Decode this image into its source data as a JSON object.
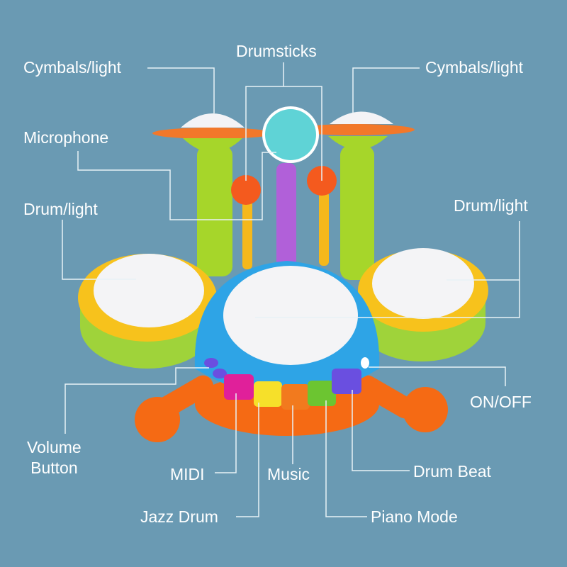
{
  "diagram": {
    "title": "Toy drum set feature callouts",
    "background_color": "#6a9ab3",
    "line_color": "#e8f1f6",
    "labels": {
      "cymbals_left": "Cymbals/light",
      "drumsticks": "Drumsticks",
      "cymbals_right": "Cymbals/light",
      "microphone": "Microphone",
      "drum_left": "Drum/light",
      "drum_right": "Drum/light",
      "on_off": "ON/OFF",
      "volume_line1": "Volume",
      "volume_line2": "Button",
      "midi": "MIDI",
      "music": "Music",
      "drum_beat": "Drum Beat",
      "jazz_drum": "Jazz Drum",
      "piano_mode": "Piano Mode"
    },
    "buttons": [
      {
        "name": "MIDI",
        "color": "#e0209a",
        "icon": "music-note-icon"
      },
      {
        "name": "Jazz Drum",
        "color": "#f6e02a",
        "icon": "drum-icon"
      },
      {
        "name": "Music",
        "color": "#f27a1e",
        "icon": "treble-clef-icon"
      },
      {
        "name": "Piano Mode",
        "color": "#6cc531",
        "icon": "piano-icon"
      },
      {
        "name": "Drum Beat",
        "color": "#6a4fe0",
        "icon": "drum-kit-icon"
      }
    ],
    "colors": {
      "cymbal_ring": "#f2782a",
      "cymbal_dome": "#f3f3f6",
      "stand_green": "#a6d62a",
      "drumstick_head": "#f45a1e",
      "drumstick_stick": "#f5b81c",
      "mic_head": "#5fd3d6",
      "mic_stand": "#b160d9",
      "side_drum_rim": "#f7c21c",
      "side_drum_body": "#9fd33a",
      "center_drum_body": "#2ea4e6",
      "drum_head": "#f4f4f6",
      "base_orange": "#f56a14"
    }
  }
}
